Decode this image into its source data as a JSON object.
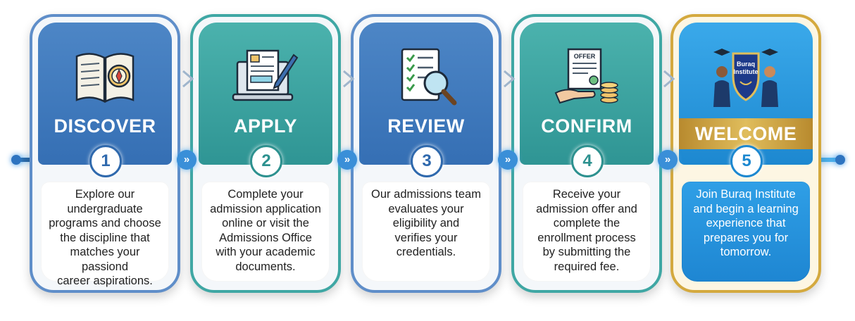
{
  "steps": [
    {
      "title": "DISCOVER",
      "number": "1",
      "icon": "open-book-compass-icon",
      "lines": [
        "Explore our",
        "undergraduate",
        "programs and choose",
        "the discipline that",
        "matches your passiond",
        "career aspirations."
      ]
    },
    {
      "title": "APPLY",
      "number": "2",
      "icon": "laptop-application-form-icon",
      "lines": [
        "Complete your",
        "admission application",
        "online or visit the",
        "Admissions Office",
        "with your academic",
        "documents."
      ]
    },
    {
      "title": "REVIEW",
      "number": "3",
      "icon": "checklist-magnifier-icon",
      "lines": [
        "Our admissions team",
        "evaluates your",
        "eligibility and",
        "verifies your",
        "credentials."
      ]
    },
    {
      "title": "CONFIRM",
      "number": "4",
      "icon": "offer-letter-coins-icon",
      "offer_label": "OFFER",
      "lines": [
        "Receive your",
        "admission offer and",
        "complete the",
        "enrollment process",
        "by submitting the",
        "required fee."
      ]
    },
    {
      "title": "WELCOME",
      "number": "5",
      "icon": "graduates-crest-icon",
      "crest_text": [
        "Buraq",
        "Institute"
      ],
      "lines": [
        "Join Buraq Institute",
        "and begin a learning",
        "experience that",
        "prepares you for",
        "tomorrow."
      ]
    }
  ],
  "connector_glyph": "»",
  "colors": {
    "blue": "#356fb4",
    "teal": "#2f9594",
    "sky": "#1d88d0",
    "gold": "#d4a93e"
  }
}
